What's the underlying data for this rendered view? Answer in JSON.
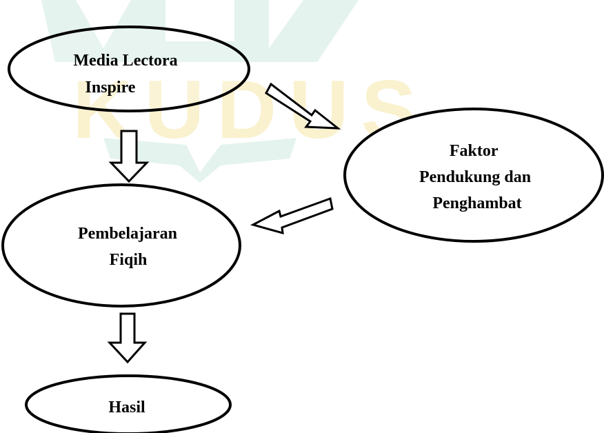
{
  "watermark": {
    "text": "KUDUS",
    "color": "#f3df96",
    "accent_color": "#a9d9c6"
  },
  "nodes": {
    "media": {
      "line1": "Media Lectora",
      "line2": "Inspire"
    },
    "faktor": {
      "line1": "Faktor",
      "line2": "Pendukung dan",
      "line3": "Penghambat"
    },
    "pembelajaran": {
      "line1": "Pembelajaran",
      "line2": "Fiqih"
    },
    "hasil": {
      "line1": "Hasil"
    }
  },
  "colors": {
    "stroke": "#000000",
    "fill": "#ffffff"
  }
}
